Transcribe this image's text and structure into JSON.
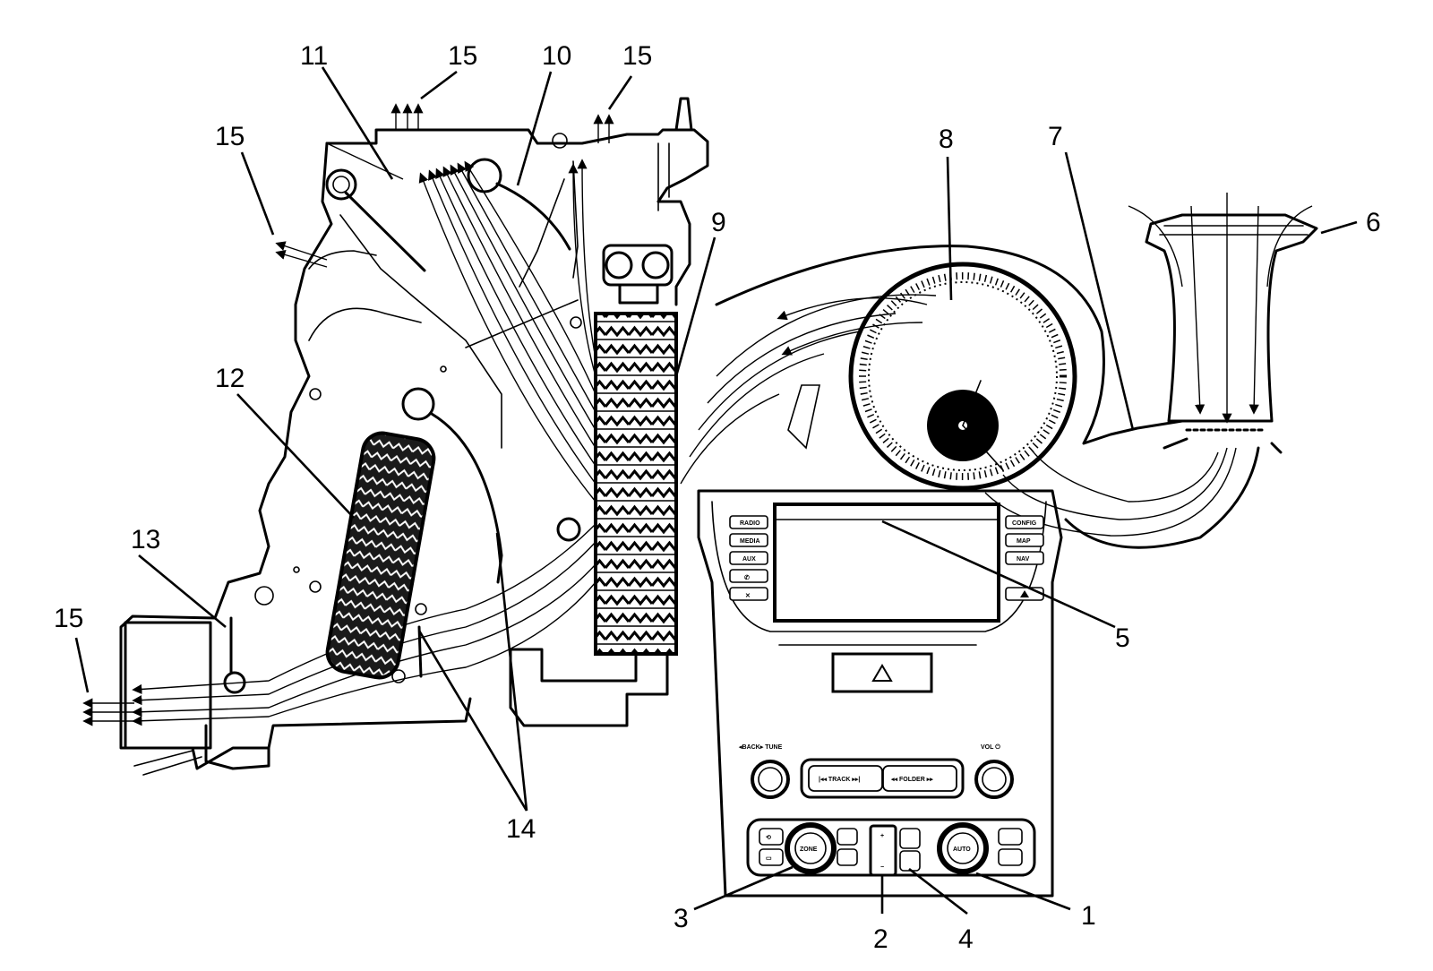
{
  "callouts": {
    "c1": "1",
    "c2": "2",
    "c3": "3",
    "c4": "4",
    "c5": "5",
    "c6": "6",
    "c7": "7",
    "c8": "8",
    "c9": "9",
    "c10": "10",
    "c11": "11",
    "c12": "12",
    "c13": "13",
    "c14": "14",
    "c15a": "15",
    "c15b": "15",
    "c15c": "15",
    "c15d": "15"
  },
  "radio_panel": {
    "left_buttons": [
      "RADIO",
      "MEDIA",
      "AUX"
    ],
    "right_buttons": [
      "CONFIG",
      "MAP",
      "NAV"
    ]
  },
  "audio_controls": {
    "back_tune": "◂BACK▸  TUNE",
    "vol": "VOL  ⏻",
    "track": "|◂◂ TRACK ▸▸|",
    "folder": "◂◂ FOLDER ▸▸"
  },
  "climate_controls": {
    "zone_knob": "ZONE",
    "auto_knob": "AUTO",
    "fan_plus": "+",
    "fan_minus": "−"
  },
  "icons": {
    "hazard": "hazard-icon",
    "eject": "eject-icon",
    "phone": "phone-icon",
    "mute": "mute-icon",
    "recirc": "recirculation-icon",
    "defrost": "defrost-icon"
  }
}
